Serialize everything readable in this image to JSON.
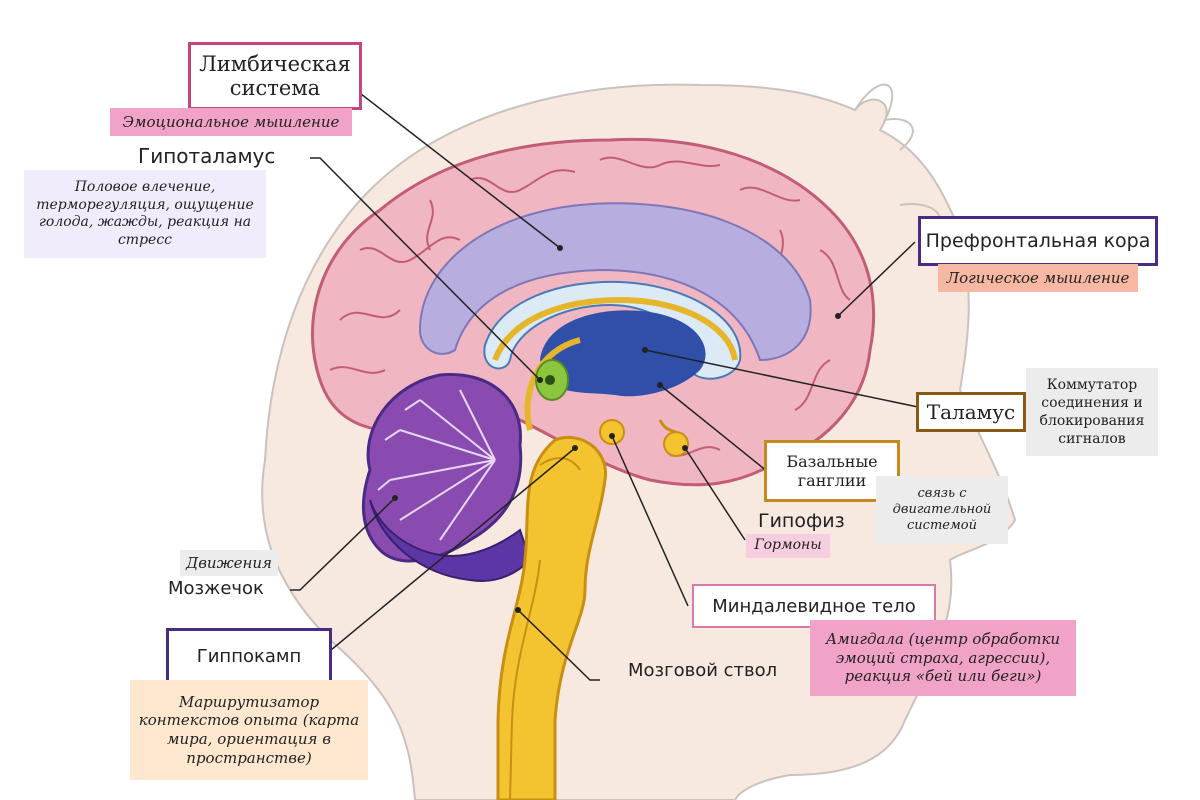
{
  "labels": {
    "limbic_title": "Лимбическая система",
    "limbic_note": "Эмоциональное мышление",
    "hypothalamus_title": "Гипоталамус",
    "hypothalamus_note": "Половое влечение, терморегуляция, ощущение голода, жажды, реакция на стресс",
    "prefrontal_title": "Префронтальная кора",
    "prefrontal_note": "Логическое мышление",
    "thalamus_title": "Таламус",
    "thalamus_note": "Коммутатор соединения и блокирования сигналов",
    "basal_title": "Базальные ганглии",
    "basal_note": "связь с двигательной системой",
    "pituitary_title": "Гипофиз",
    "pituitary_note": "Гормоны",
    "cerebellum_note": "Движения",
    "cerebellum_title": "Мозжечок",
    "amygdala_title": "Миндалевидное тело",
    "amygdala_note": "Амигдала (центр обработки эмоций страха, агрессии), реакция «бей или беги»)",
    "hippocampus_title": "Гиппокамп",
    "hippocampus_note": "Маршрутизатор контекстов опыта (карта мира, ориентация в пространстве)",
    "brainstem_title": "Мозговой ствол"
  },
  "colors": {
    "head": "#f7e9df",
    "cortex": "#f0b6c2",
    "cortex_line": "#c25d76",
    "limbic_band": "#b7aedf",
    "corpus_callosum": "#dbeaf5",
    "ventricle": "#2f4fa8",
    "stem": "#f3c42f",
    "stem_dark": "#c98f12",
    "cerebellum": "#7a3ea0",
    "hypothalamus": "#8cc63f",
    "pink_border": "#c5457c",
    "purple_border": "#4b2a86",
    "gold_border": "#c58a1c",
    "brown_border": "#8a5a14",
    "pink_note": "#f0a3c6",
    "lavender_note": "#f1ecfb",
    "peach_note": "#f7b8a3",
    "gray_note": "#ececec",
    "cream_note": "#fde7cf",
    "light_pink_note": "#f7cde0"
  }
}
